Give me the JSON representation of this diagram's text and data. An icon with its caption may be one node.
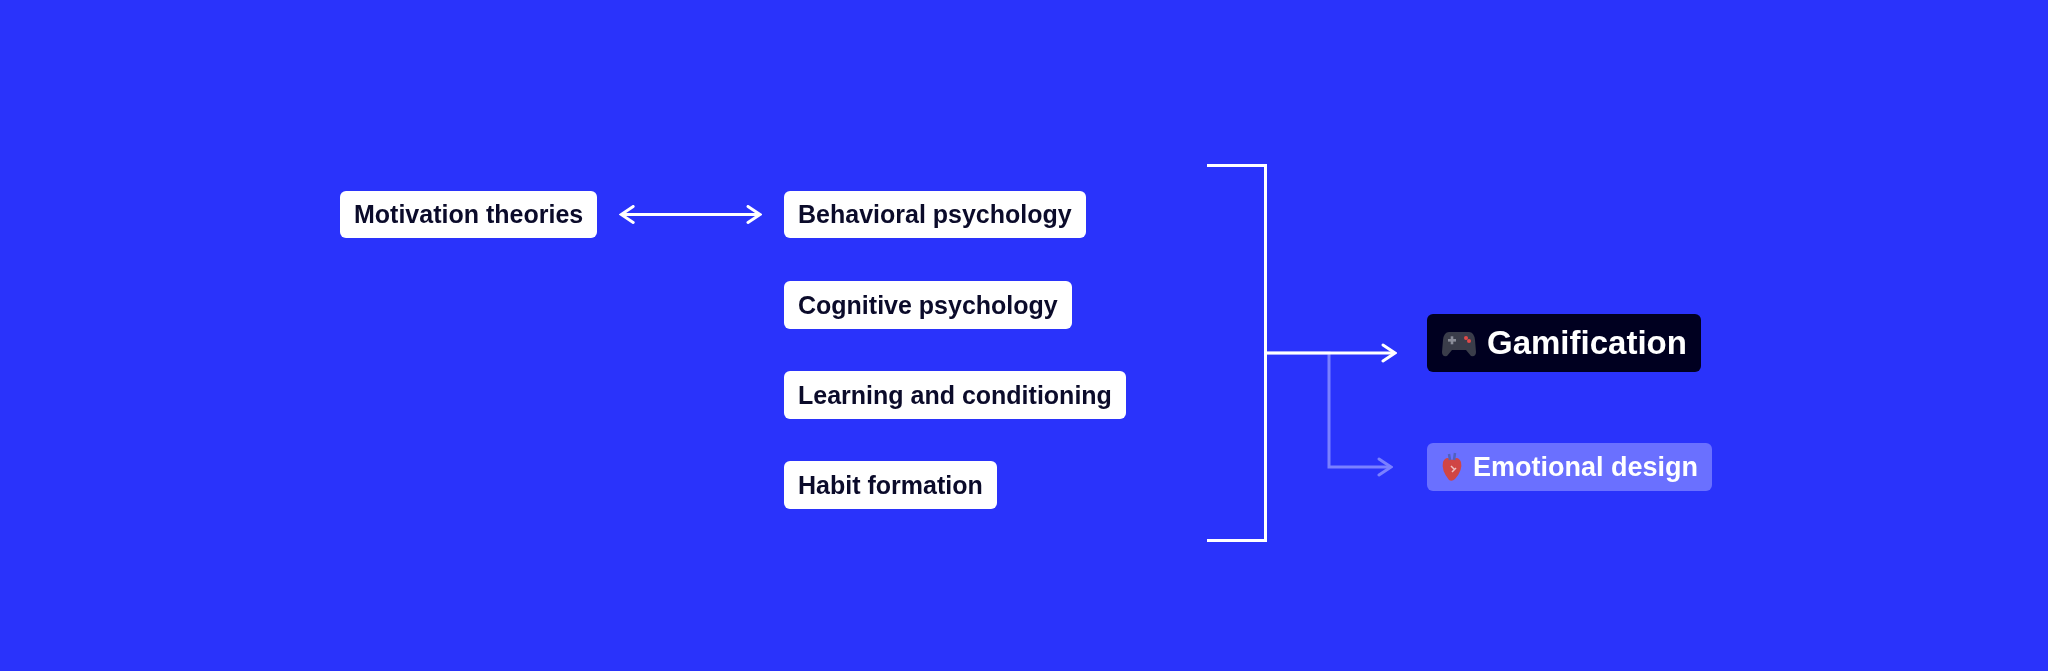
{
  "diagram": {
    "nodes": [
      {
        "text": [
          "Motivation theories"
        ]
      },
      {
        "text": [
          "Behavioral psychology"
        ]
      },
      {
        "text": [
          "Cognitive psychology"
        ]
      },
      {
        "text": [
          "Learning and conditioning"
        ]
      },
      {
        "text": [
          "Habit formation"
        ]
      },
      {
        "text": [
          "Gamification"
        ]
      },
      {
        "text": [
          "Emotional design"
        ]
      },
      {
        "text": [],
        "shape": "bracket"
      }
    ],
    "edges": [
      {
        "from": 0,
        "to": 1,
        "arrow": "both"
      },
      {
        "from": 7,
        "to": 5,
        "arrow": "to"
      },
      {
        "from": 7,
        "to": 6,
        "arrow": "to",
        "color": "#7a80ff"
      }
    ]
  }
}
